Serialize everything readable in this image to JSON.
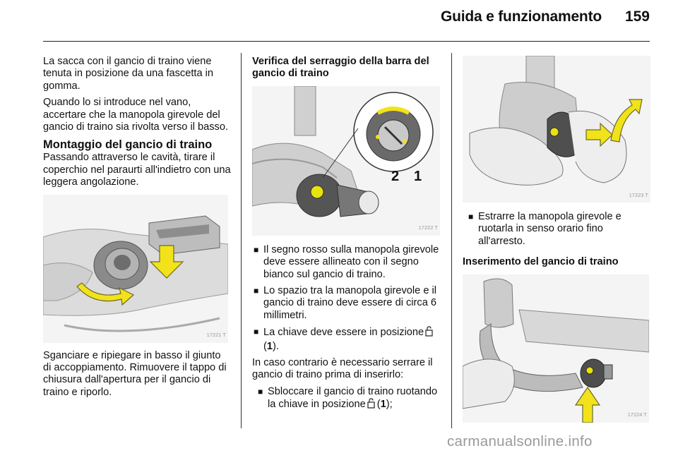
{
  "header": {
    "title": "Guida e funzionamento",
    "page_number": "159"
  },
  "col1": {
    "p1": "La sacca con il gancio di traino viene tenuta in posizione da una fascetta in gomma.",
    "p2": "Quando lo si introduce nel vano, accertare che la manopola girevole del gancio di traino sia rivolta verso il basso.",
    "h_montaggio": "Montaggio del gancio di traino",
    "p3": "Passando attraverso le cavità, tirare il coperchio nel paraurti all'indietro con una leggera angolazione.",
    "fig_id": "17221 T",
    "p4": "Sganciare e ripiegare in basso il giunto di accoppiamento. Rimuovere il tappo di chiusura dall'apertura per il gancio di traino e riporlo."
  },
  "col2": {
    "h_verifica": "Verifica del serraggio della barra del gancio di traino",
    "fig_id": "17222 T",
    "callout_2": "2",
    "callout_1": "1",
    "b1": "Il segno rosso sulla manopola girevole deve essere allineato con il segno bianco sul gancio di traino.",
    "b2": "Lo spazio tra la manopola girevole e il gancio di traino deve essere di circa 6 millimetri.",
    "b3_text": "La chiave deve essere in posizione",
    "b3_ref": "1",
    "p_else": "In caso contrario è necessario serrare il gancio di traino prima di inserirlo:",
    "b4_text": "Sbloccare il gancio di traino ruotando la chiave in posizione",
    "b4_ref": "1",
    "key_icon": "key-unlocked-icon"
  },
  "col3": {
    "fig_id": "17223 T",
    "b1": "Estrarre la manopola girevole e ruotarla in senso orario fino all'arresto.",
    "h_inserimento": "Inserimento del gancio di traino",
    "fig2_id": "17224 T"
  },
  "bullet_symbol": "■",
  "watermark": "carmanualsonline.info",
  "colors": {
    "arrow_yellow": "#f2e21a",
    "arrow_outline": "#6b6b2a",
    "drawing_gray": "#888888"
  }
}
